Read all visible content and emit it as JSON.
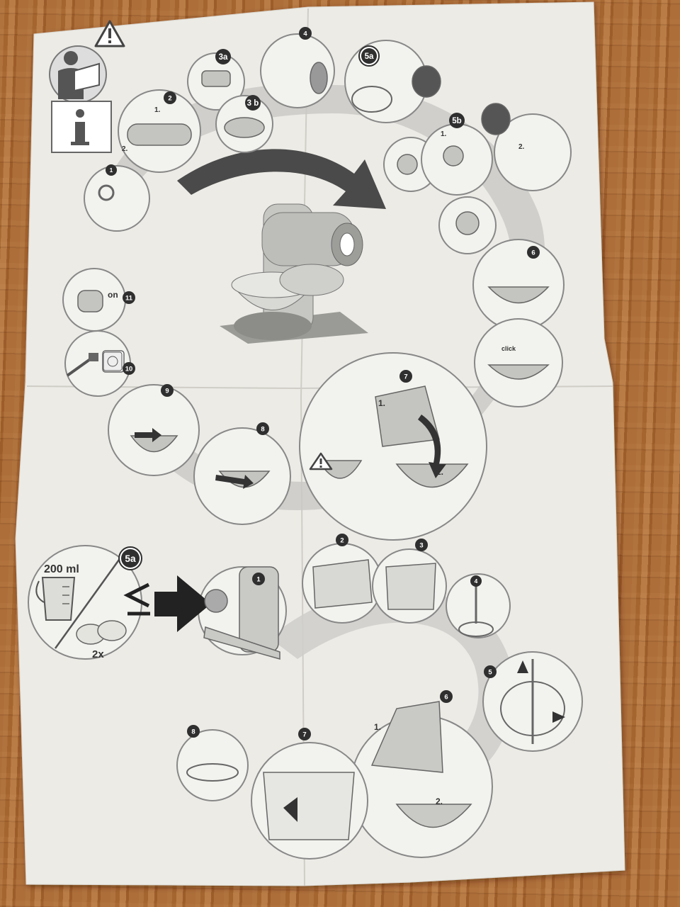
{
  "colors": {
    "paper": "#ecebe6",
    "line": "#555555",
    "badge": "#2f2f2f",
    "badge_text": "#ffffff",
    "shade": "#b9b9b6",
    "table": "#a9692f"
  },
  "icons": [
    "warning-icon",
    "read-manual-icon",
    "info-icon",
    "socket-icon",
    "plug-icon",
    "measuring-jug-icon",
    "egg-icon",
    "less-equal-icon",
    "arrow-icon"
  ],
  "upper_diagram": {
    "steps": [
      "1",
      "2",
      "3a",
      "3 b",
      "4",
      "5a",
      "5b",
      "6",
      "7",
      "8",
      "9",
      "10",
      "11"
    ],
    "sub_labels": {
      "step2_a": "1.",
      "step2_b": "2.",
      "step5b_a": "1.",
      "step5b_b": "2.",
      "step7_a": "1.",
      "step7_b": "2.",
      "click": "click",
      "on": "on"
    }
  },
  "lower_diagram": {
    "volume": "200 ml",
    "eggs_count": "2x",
    "step_badge": "5a",
    "steps": [
      "1",
      "2",
      "3",
      "4",
      "5",
      "6",
      "7",
      "8"
    ],
    "sub_labels": {
      "step6_a": "1.",
      "step6_b": "2."
    }
  }
}
